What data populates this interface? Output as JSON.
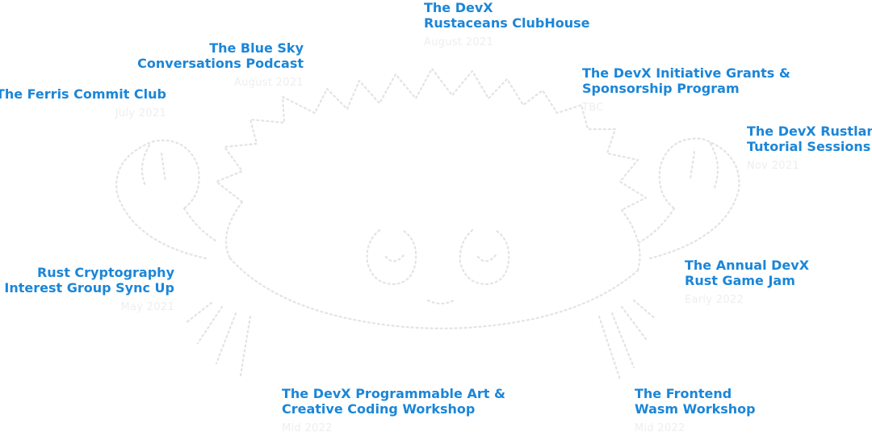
{
  "colors": {
    "accent": "#1b86d8",
    "muted": "#eeeeee",
    "crab_outline": "#e3e3e3"
  },
  "background": {
    "icon": "ferris-crab-outline-icon"
  },
  "events": [
    {
      "id": "clubhouse",
      "title_line1": "The DevX",
      "title_line2": "Rustaceans ClubHouse",
      "date": "August 2021"
    },
    {
      "id": "blue-sky",
      "title_line1": "The Blue Sky",
      "title_line2": "Conversations Podcast",
      "date": "August 2021"
    },
    {
      "id": "ferris-commit",
      "title_line1": "The Ferris Commit Club",
      "title_line2": "",
      "date": "July 2021"
    },
    {
      "id": "grants",
      "title_line1": "The DevX Initiative Grants &",
      "title_line2": "Sponsorship Program",
      "date": "TBC"
    },
    {
      "id": "tutorials",
      "title_line1": "The DevX Rustlang",
      "title_line2": "Tutorial Sessions",
      "date": "Nov 2021"
    },
    {
      "id": "cryptography",
      "title_line1": "Rust Cryptography",
      "title_line2": "Interest Group Sync Up",
      "date": "May 2021"
    },
    {
      "id": "game-jam",
      "title_line1": "The Annual DevX",
      "title_line2": "Rust Game Jam",
      "date": "Early 2022"
    },
    {
      "id": "art-workshop",
      "title_line1": "The DevX Programmable Art &",
      "title_line2": "Creative Coding Workshop",
      "date": "Mid 2022"
    },
    {
      "id": "wasm-workshop",
      "title_line1": "The Frontend",
      "title_line2": "Wasm Workshop",
      "date": "Mid 2022"
    }
  ]
}
